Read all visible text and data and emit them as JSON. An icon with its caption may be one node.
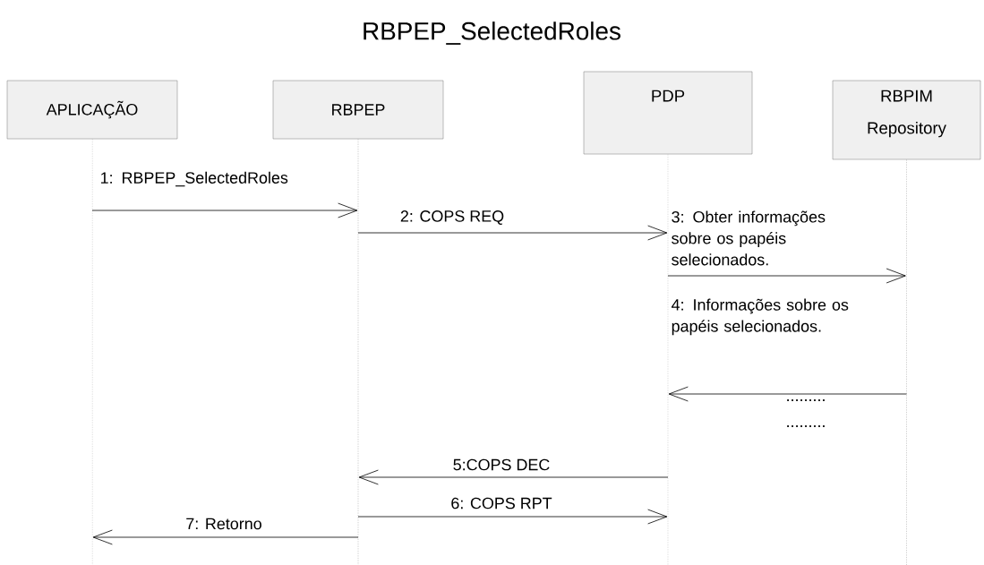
{
  "diagram": {
    "title": "RBPEP_SelectedRoles",
    "nodes": [
      {
        "text": [
          "APLICAÇÃO"
        ]
      },
      {
        "text": [
          "RBPEP"
        ]
      },
      {
        "text": [
          "PDP"
        ]
      },
      {
        "text": [
          "RBPIM Repository"
        ]
      }
    ],
    "edges": [
      {
        "from": 0,
        "to": 1,
        "arrow": "to",
        "label": "1: RBPEP_SelectedRoles"
      },
      {
        "from": 1,
        "to": 2,
        "arrow": "to",
        "label": "2: COPS REQ"
      },
      {
        "from": 2,
        "to": 3,
        "arrow": "to",
        "label": "3: Obter informações sobre os papéis selecionados."
      },
      {
        "from": 3,
        "to": 2,
        "arrow": "to",
        "label": "4: Informações sobre os papéis selecionados."
      },
      {
        "from": 2,
        "to": 1,
        "arrow": "to",
        "label": "5:COPS DEC"
      },
      {
        "from": 1,
        "to": 2,
        "arrow": "to",
        "label": "6: COPS RPT"
      },
      {
        "from": 1,
        "to": 0,
        "arrow": "to",
        "label": "7: Retorno"
      }
    ],
    "labels": [
      ".........",
      "........."
    ]
  }
}
